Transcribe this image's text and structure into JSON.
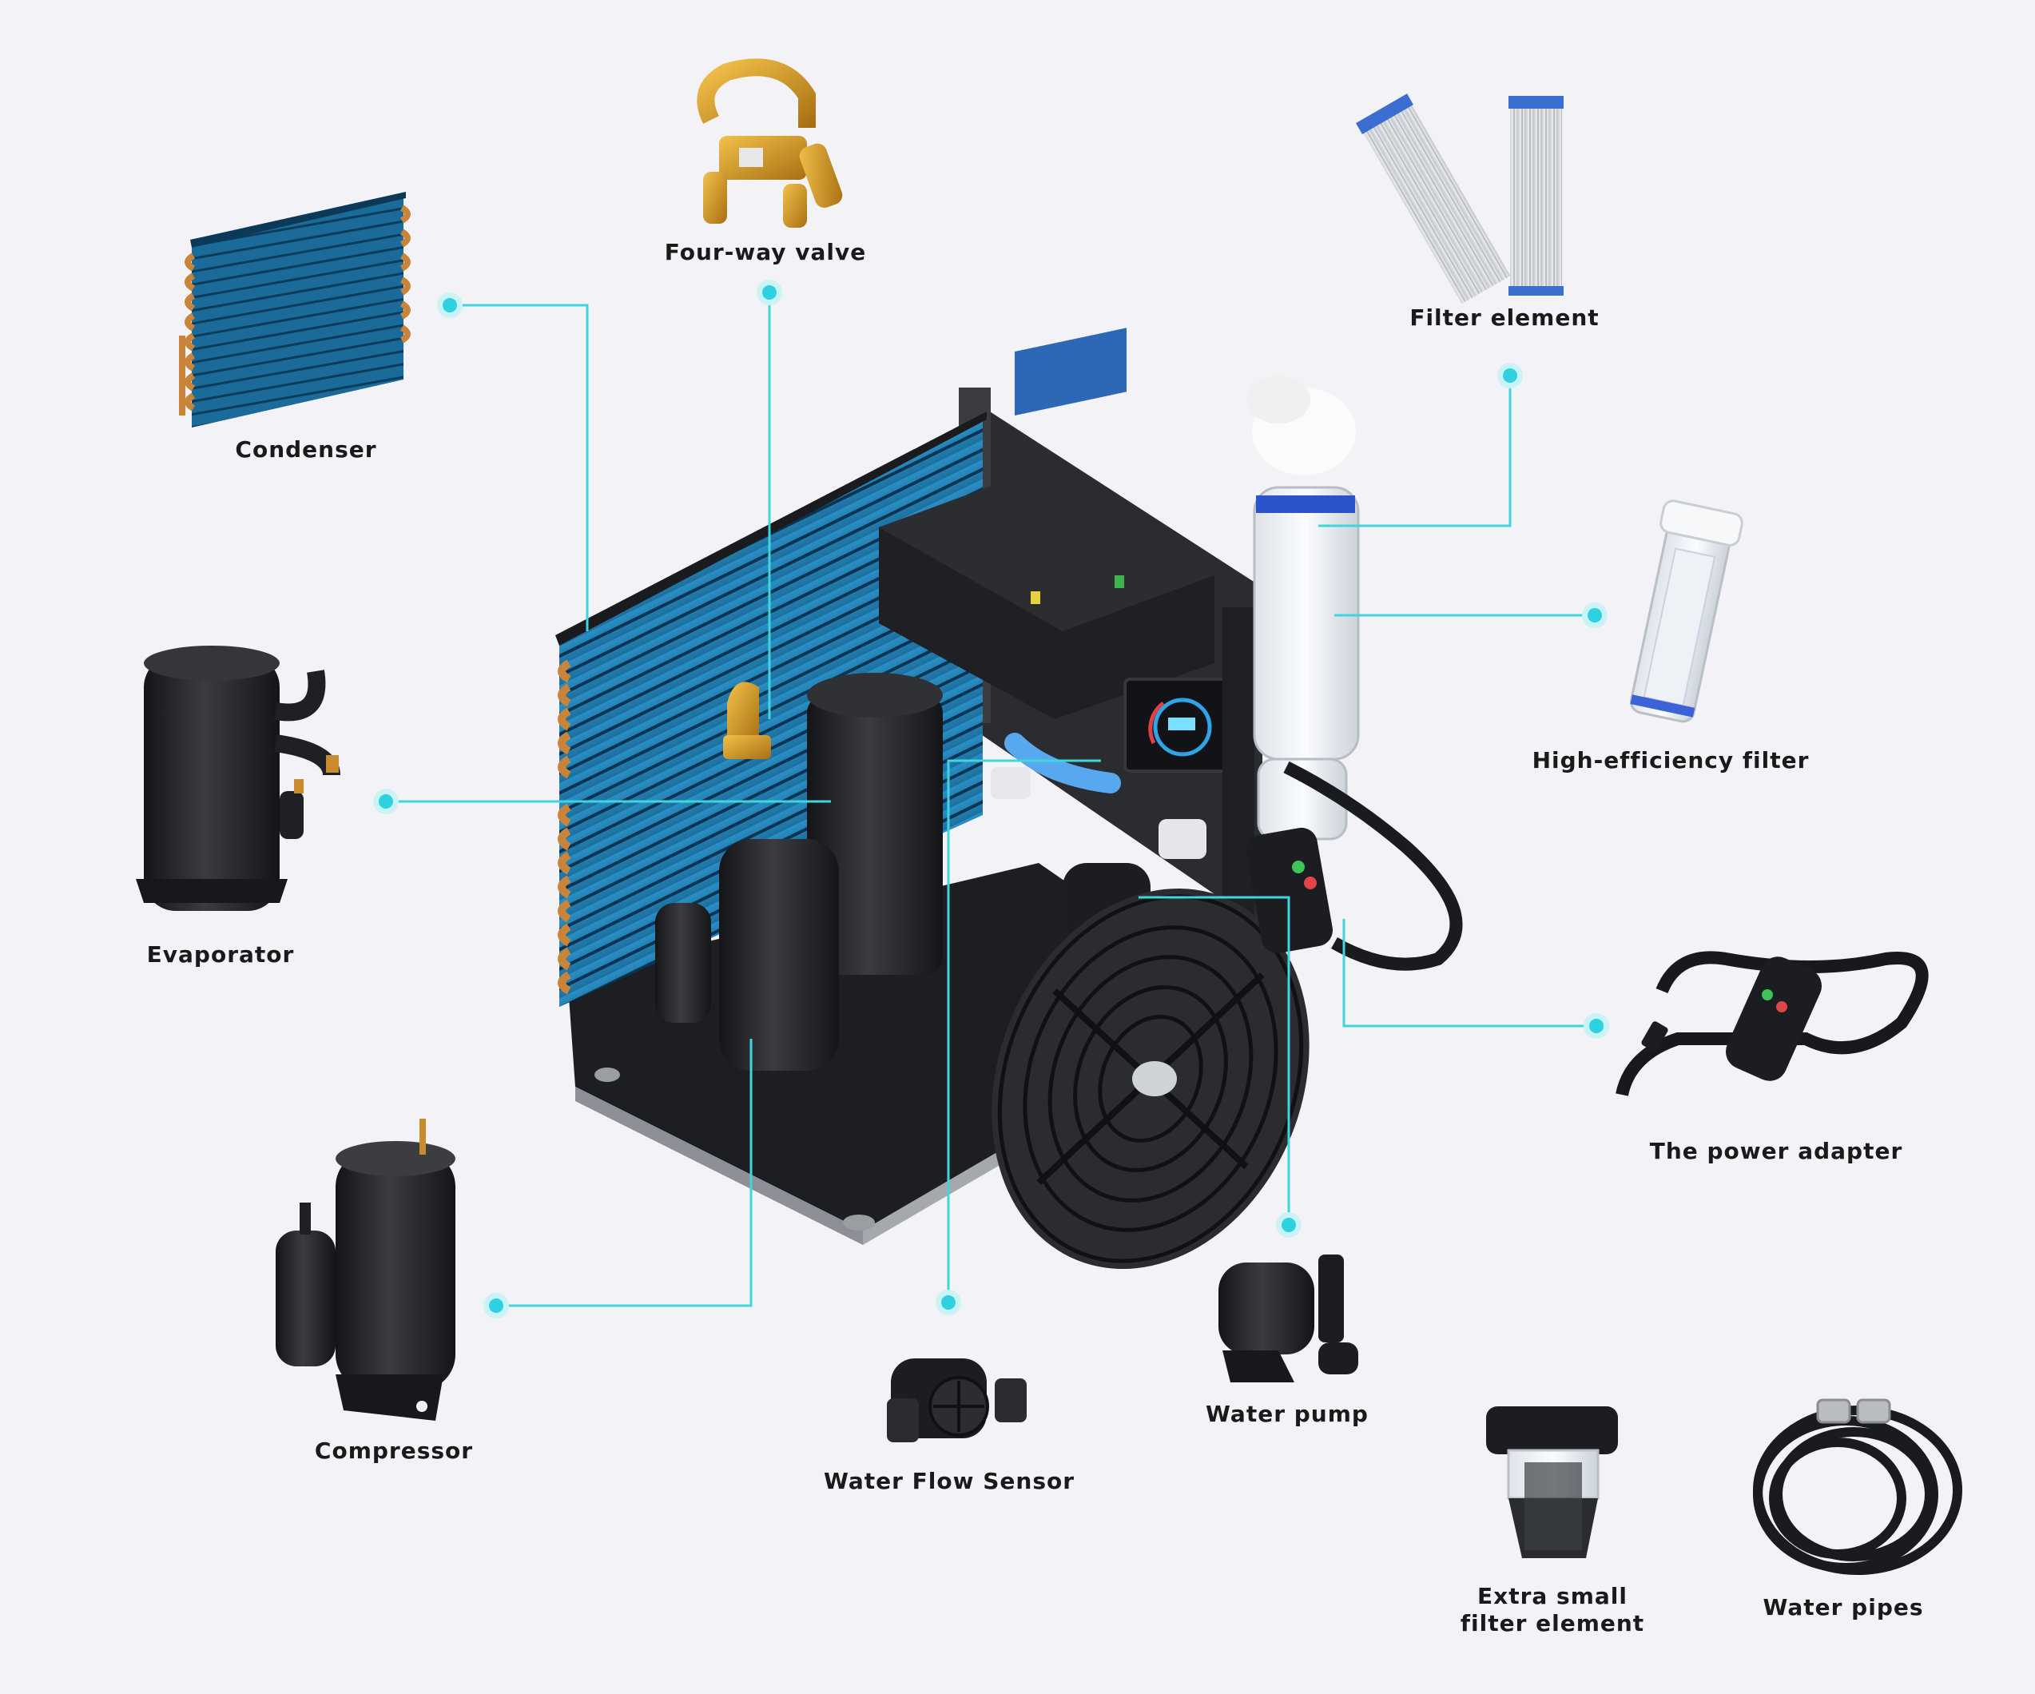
{
  "components": {
    "four_way_valve": "Four-way valve",
    "filter_element": "Filter element",
    "condenser": "Condenser",
    "high_efficiency_filter": "High-efficiency filter",
    "evaporator": "Evaporator",
    "power_adapter": "The power adapter",
    "compressor": "Compressor",
    "water_flow_sensor": "Water Flow Sensor",
    "water_pump": "Water pump",
    "extra_small_filter_element": "Extra small\nfilter element",
    "water_pipes": "Water pipes"
  },
  "colors": {
    "background": "#f3f3f7",
    "leader_line": "#3ed6dc",
    "dot": "#2fd0e0",
    "machine": "#202226",
    "condenser_fin": "#1d6a9a",
    "copper": "#c9843a",
    "brass": "#d8a028"
  }
}
